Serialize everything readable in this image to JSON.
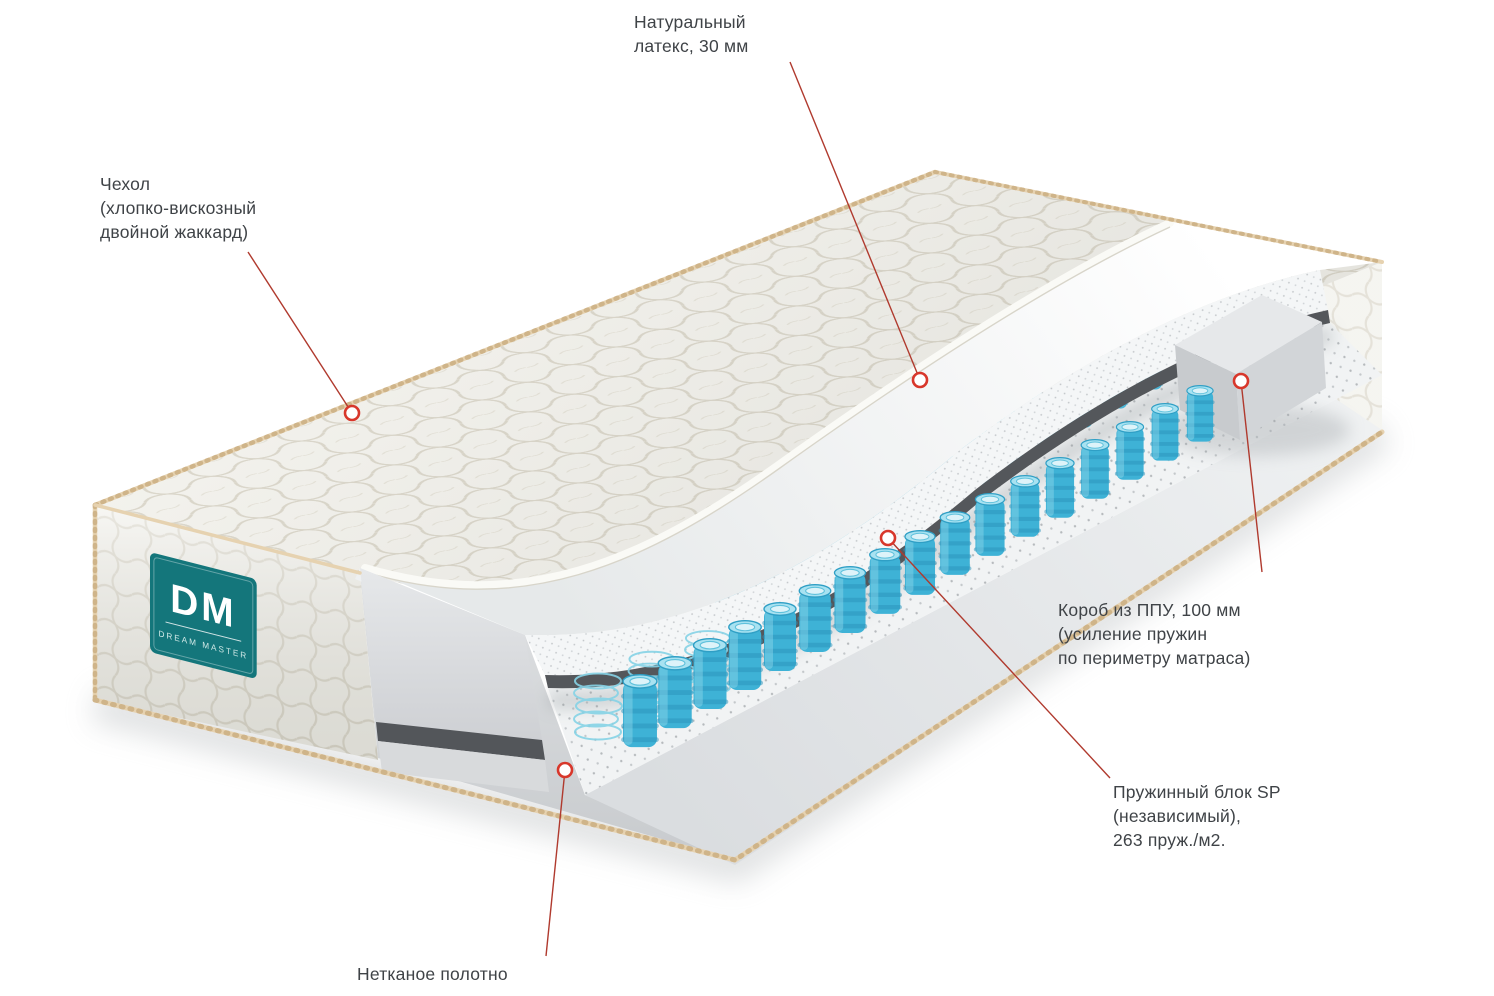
{
  "colors": {
    "accent_red": "#d8372b",
    "leader_line_red": "#b03a2e",
    "spring_blue": "#3eb2d6",
    "logo_teal": "#14767b",
    "quilt_fabric": "#f5f4ef",
    "foam_gray": "#d2d5d8",
    "felt_dark": "#54575b"
  },
  "logo": {
    "abbr": "DM",
    "name": "DREAM MASTER"
  },
  "callouts": [
    {
      "id": "latex",
      "lines": [
        "Натуральный",
        "латекс, 30 мм"
      ]
    },
    {
      "id": "cover",
      "lines": [
        "Чехол",
        "(хлопко-вискозный",
        "двойной жаккард)"
      ]
    },
    {
      "id": "foam-box",
      "lines": [
        "Короб из ППУ, 100 мм",
        "(усиление пружин",
        "по периметру матраса)"
      ]
    },
    {
      "id": "springs",
      "lines": [
        "Пружинный блок SP",
        "(независимый),",
        "263 пруж./м2."
      ]
    },
    {
      "id": "nonwoven",
      "lines": [
        "Нетканое полотно"
      ]
    }
  ]
}
